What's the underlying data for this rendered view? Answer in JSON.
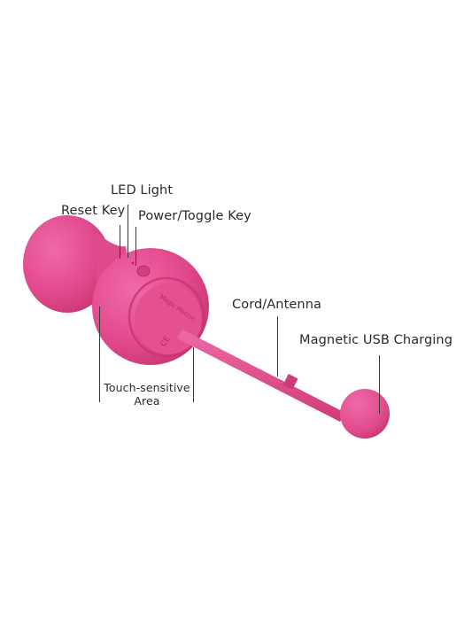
{
  "labels": {
    "led": "LED Light",
    "reset": "Reset Key",
    "power": "Power/Toggle Key",
    "cord": "Cord/Antenna",
    "charging": "Magnetic USB Charging",
    "touch_line1": "Touch-sensitive",
    "touch_line2": "Area"
  },
  "product": {
    "brand_text": "Magic Motion",
    "mark_text": "CE",
    "color": "#e24a8e",
    "color_dark": "#c93577",
    "color_light": "#ec6aa5"
  }
}
